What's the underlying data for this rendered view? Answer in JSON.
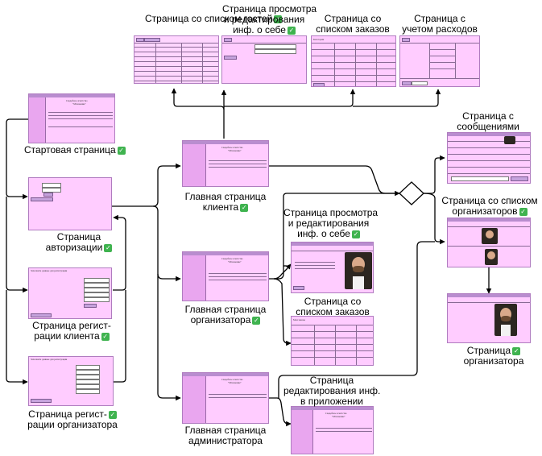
{
  "check_mark": "✓",
  "labels": {
    "guests_list": "Страница со списком гостей",
    "client_profile_edit": [
      "Страница просмотра",
      "и редактирования",
      "инф. о себе"
    ],
    "client_orders": [
      "Страница со",
      "списком заказов"
    ],
    "expenses": [
      "Страница с",
      "учетом расходов"
    ],
    "start": "Стартовая страница",
    "messages": [
      "Страница с",
      "сообщениями"
    ],
    "client_main": [
      "Главная страница",
      "клиента"
    ],
    "authorization": [
      "Страница",
      "авторизации"
    ],
    "organizers_list": [
      "Страница со списком",
      "организаторов"
    ],
    "organizer_profile_edit": [
      "Страница просмотра",
      "и редактирования",
      "инф. о себе"
    ],
    "client_registration": [
      "Страница регист-",
      "рации клиента"
    ],
    "organizer_main": [
      "Главная страница",
      "организатора"
    ],
    "organizer_orders": [
      "Страница со",
      "списком заказов"
    ],
    "organizer_page": [
      "Страница",
      "организатора"
    ],
    "app_info_edit": [
      "Страница",
      "редактирования инф.",
      "в приложении"
    ],
    "organizer_registration": [
      "Страница регист-",
      "рации организатора"
    ],
    "admin_main": [
      "Главная страница",
      "администратора"
    ]
  },
  "thumb_text": {
    "brand": "Свадебное агентство",
    "brand_quote": "\"Мгновение\"",
    "reg_title": "Заполните данные для регистрации",
    "orders_title": "Мои заказы",
    "categories": "Категории"
  }
}
